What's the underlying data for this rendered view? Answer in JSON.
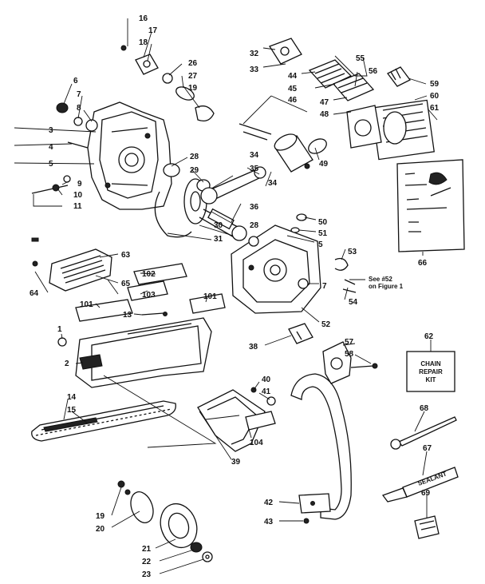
{
  "part_numbers": {
    "p1": "1",
    "p2": "2",
    "p3": "3",
    "p4": "4",
    "p5": "5",
    "p5b": "5",
    "p6": "6",
    "p7": "7",
    "p7b": "7",
    "p8": "8",
    "p9": "9",
    "p10": "10",
    "p11": "11",
    "p13": "13",
    "p14": "14",
    "p15": "15",
    "p16": "16",
    "p17": "17",
    "p18": "18",
    "p19": "19",
    "p19b": "19",
    "p20": "20",
    "p21": "21",
    "p22": "22",
    "p23": "23",
    "p26": "26",
    "p27": "27",
    "p28": "28",
    "p28b": "28",
    "p29": "29",
    "p30": "30",
    "p31": "31",
    "p32": "32",
    "p33": "33",
    "p34": "34",
    "p34b": "34",
    "p35": "35",
    "p36": "36",
    "p38": "38",
    "p39": "39",
    "p40": "40",
    "p41": "41",
    "p42": "42",
    "p43": "43",
    "p44": "44",
    "p45": "45",
    "p46": "46",
    "p47": "47",
    "p48": "48",
    "p49": "49",
    "p50": "50",
    "p51": "51",
    "p52": "52",
    "p53": "53",
    "p54": "54",
    "p55": "55",
    "p56": "56",
    "p57": "57",
    "p58": "58",
    "p59": "59",
    "p60": "60",
    "p61": "61",
    "p62": "62",
    "p63": "63",
    "p64": "64",
    "p65": "65",
    "p66": "66",
    "p67": "67",
    "p68": "68",
    "p69": "69",
    "p101": "101",
    "p101b": "101",
    "p102": "102",
    "p103": "103",
    "p104": "104"
  },
  "notes": {
    "see_line1": "See #52",
    "see_line2": "on Figure 1"
  },
  "chain_repair_kit": {
    "line1": "CHAIN",
    "line2": "REPAIR",
    "line3": "KIT"
  },
  "sealant_text": "SEALANT"
}
